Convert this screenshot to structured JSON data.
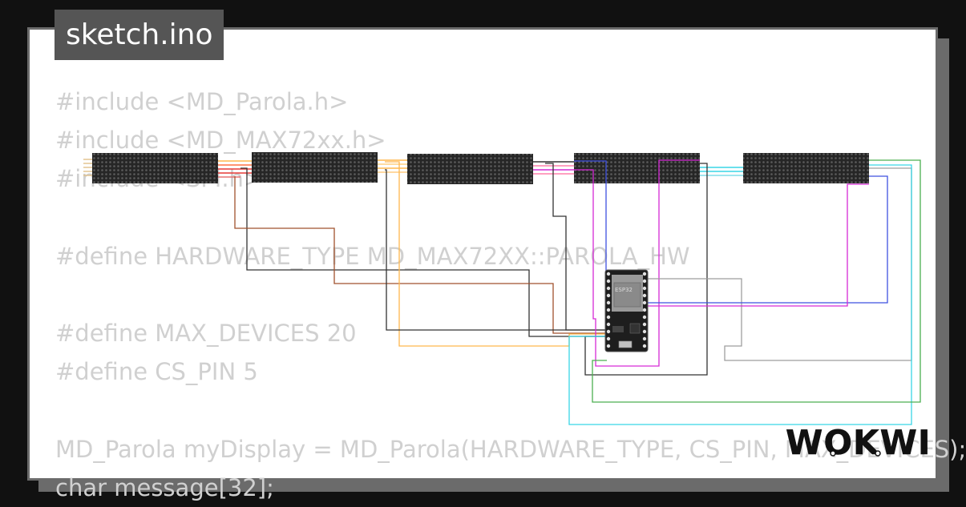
{
  "file_tab": {
    "name": "sketch.ino"
  },
  "code": {
    "lines": [
      "#include <MD_Parola.h>",
      "#include <MD_MAX72xx.h>",
      "#include <SPI.h>",
      "",
      "#define HARDWARE_TYPE MD_MAX72XX::PAROLA_HW",
      "",
      "#define MAX_DEVICES 20",
      "#define CS_PIN 5",
      "",
      "MD_Parola myDisplay = MD_Parola(HARDWARE_TYPE, CS_PIN, MAX_DEVICES);",
      "char message[32];"
    ]
  },
  "board": {
    "label": "ESP32"
  },
  "brand": {
    "name": "WOKWI"
  },
  "components": {
    "matrix_count": 5,
    "matrix_type": "MAX7219 LED matrix",
    "mcu": "ESP32 DevKit"
  },
  "colors": {
    "page_bg": "#111111",
    "card_bg": "#ffffff",
    "card_border": "#6b6b6b",
    "tab_bg": "#555555",
    "code_text": "#d0d0d0",
    "matrix": "#2b2b2b",
    "wire_black": "#333333",
    "wire_brown": "#a0522d",
    "wire_orange": "#ffb74d",
    "wire_blue": "#3f51e0",
    "wire_magenta": "#d62ad6",
    "wire_cyan": "#39d6e6",
    "wire_green": "#4caf50",
    "wire_gray": "#9e9e9e"
  }
}
